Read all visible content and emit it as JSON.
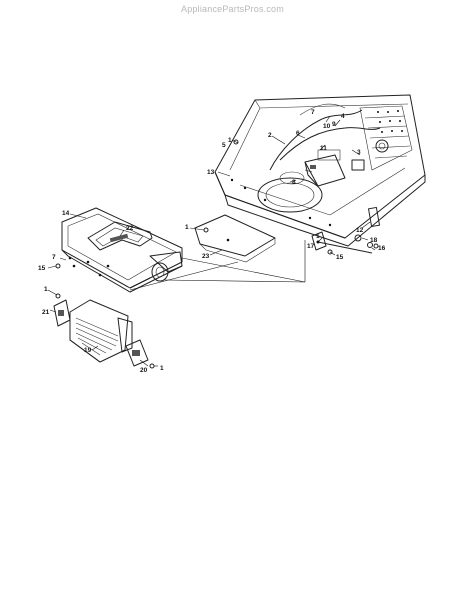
{
  "watermark": "AppliancePartsPros.com",
  "callouts": [
    {
      "label": "1"
    },
    {
      "label": "2"
    },
    {
      "label": "3"
    },
    {
      "label": "4"
    },
    {
      "label": "5"
    },
    {
      "label": "6"
    },
    {
      "label": "7"
    },
    {
      "label": "8"
    },
    {
      "label": "9"
    },
    {
      "label": "10"
    },
    {
      "label": "11"
    },
    {
      "label": "12"
    },
    {
      "label": "13"
    },
    {
      "label": "14"
    },
    {
      "label": "15"
    },
    {
      "label": "16"
    },
    {
      "label": "17"
    },
    {
      "label": "18"
    },
    {
      "label": "19"
    },
    {
      "label": "20"
    },
    {
      "label": "21"
    },
    {
      "label": "22"
    },
    {
      "label": "23"
    },
    {
      "label": "1"
    },
    {
      "label": "1"
    },
    {
      "label": "1"
    },
    {
      "label": "7"
    },
    {
      "label": "15"
    },
    {
      "label": "1"
    }
  ]
}
